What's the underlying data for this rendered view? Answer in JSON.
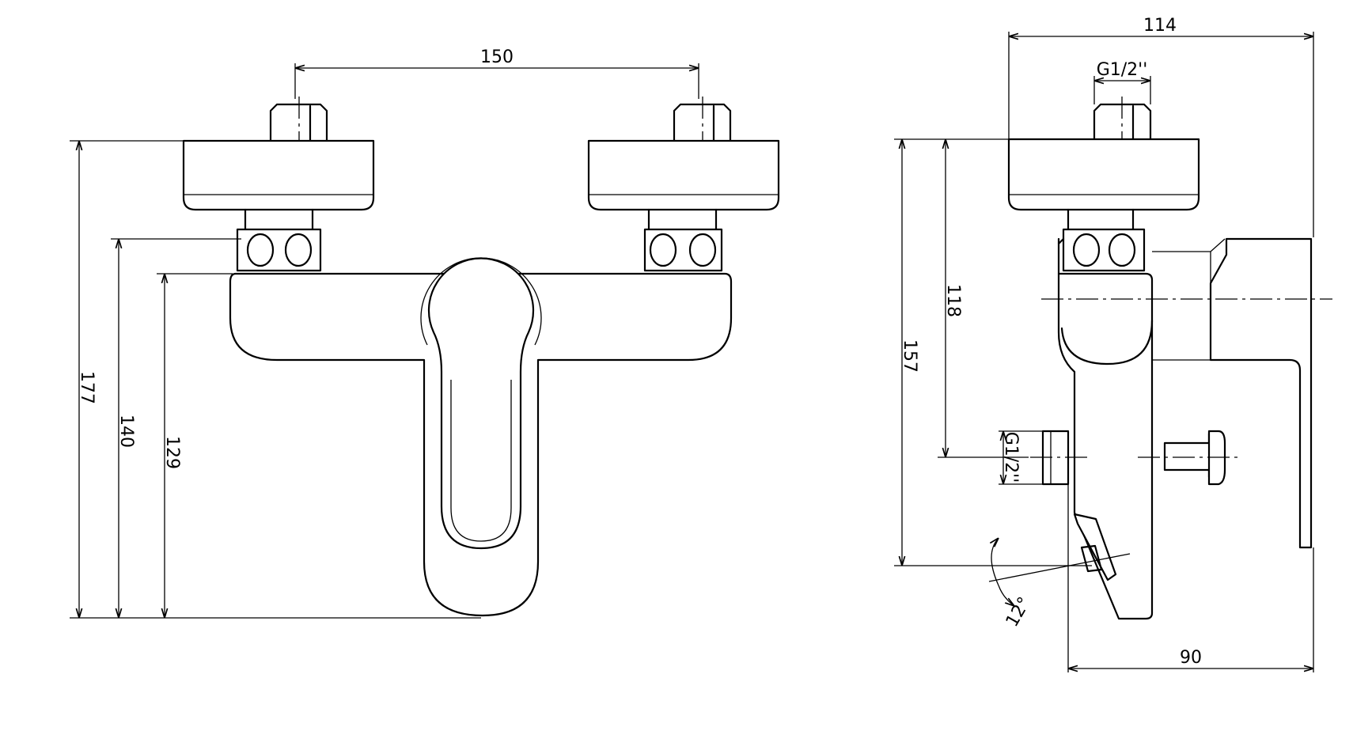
{
  "dimensions": {
    "front_spacing": "150",
    "front_height_total": "177",
    "front_height_top": "140",
    "front_height_body": "129",
    "side_width": "114",
    "side_thread_top": "G1/2''",
    "side_height_118": "118",
    "side_height_157": "157",
    "side_thread_outlet": "G1/2''",
    "side_angle": "12°",
    "side_depth": "90"
  }
}
